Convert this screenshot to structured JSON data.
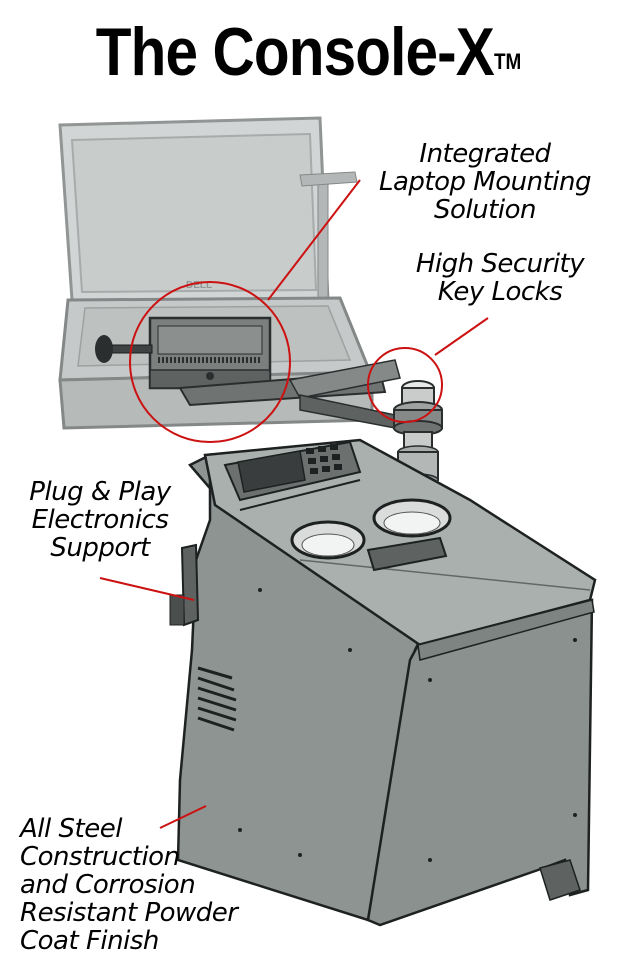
{
  "title": {
    "text": "The Console-X",
    "trademark": "TM"
  },
  "laptop": {
    "brand": "DELL"
  },
  "callouts": {
    "laptop_mounting": "Integrated\nLaptop Mounting\nSolution",
    "key_locks": "High Security\nKey Locks",
    "plug_play": "Plug & Play\nElectronics\nSupport",
    "steel": "All Steel\nConstruction\nand Corrosion\nResistant Powder\nCoat Finish"
  },
  "colors": {
    "callout_line": "#cc1111",
    "console_body": "#8f9694",
    "console_top": "#a9b0ae",
    "laptop": "#b9bebd"
  }
}
